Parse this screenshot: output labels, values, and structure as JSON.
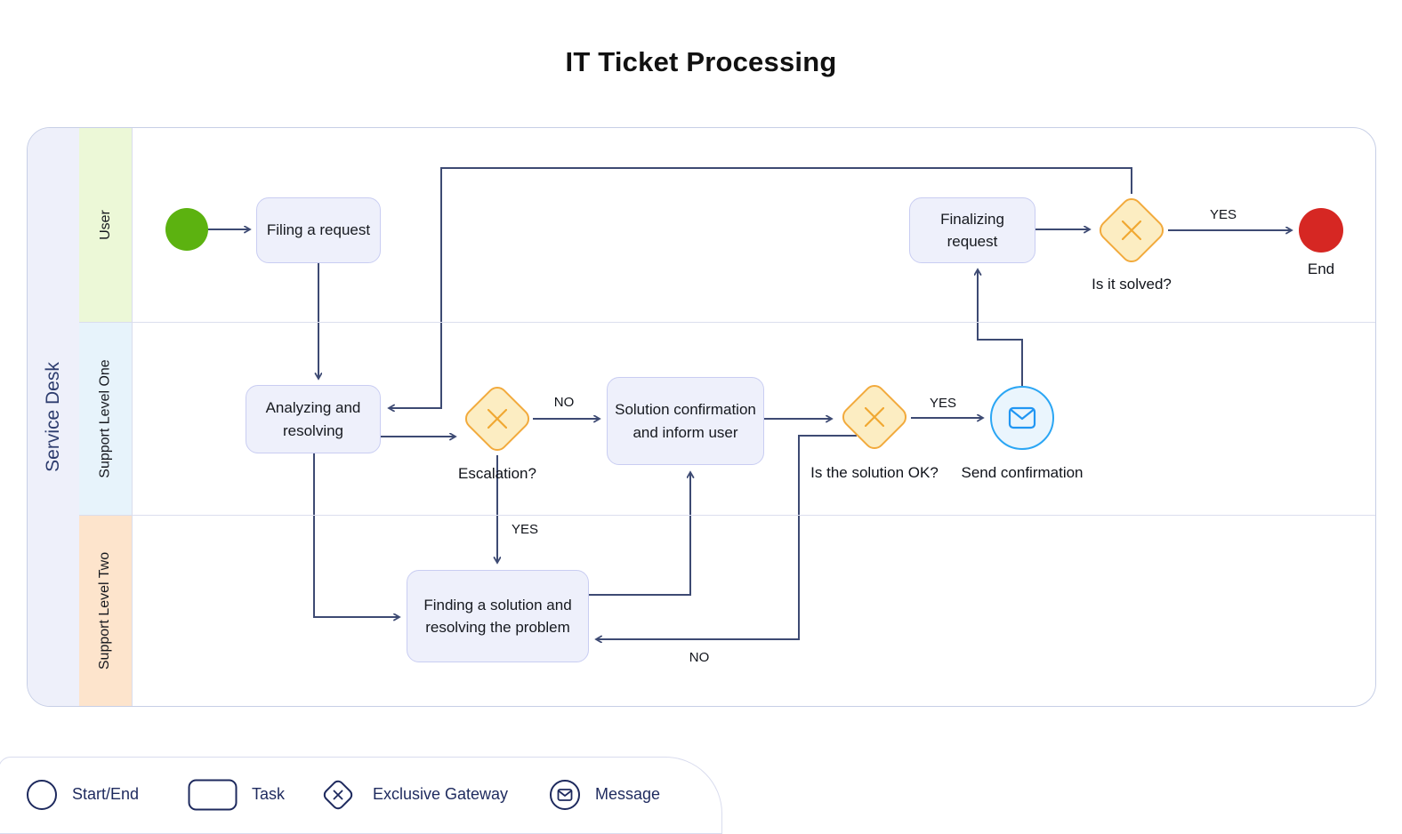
{
  "title": "IT Ticket Processing",
  "pool": {
    "label": "Service Desk"
  },
  "lanes": [
    {
      "label": "User",
      "color": "#ecf8d7"
    },
    {
      "label": "Support Level One",
      "color": "#e7f3fb"
    },
    {
      "label": "Support Level Two",
      "color": "#fde4cc"
    }
  ],
  "nodes": {
    "start": {
      "type": "start-event",
      "color": "#5cb210"
    },
    "filing": {
      "label": "Filing a request"
    },
    "analyzing": {
      "label": "Analyzing and resolving"
    },
    "escalation": {
      "label": "Escalation?"
    },
    "solution_confirmation": {
      "label": "Solution confirmation and inform user"
    },
    "is_solution_ok": {
      "label": "Is the solution OK?"
    },
    "send_confirmation": {
      "label": "Send confirmation"
    },
    "finding": {
      "label": "Finding a solution and resolving the problem"
    },
    "finalizing": {
      "label": "Finalizing request"
    },
    "is_it_solved": {
      "label": "Is it solved?"
    },
    "end": {
      "type": "end-event",
      "label": "End",
      "color": "#d62723"
    }
  },
  "edge_labels": {
    "escalation_no": "NO",
    "escalation_yes": "YES",
    "solution_ok_yes": "YES",
    "solution_ok_no": "NO",
    "solved_yes": "YES"
  },
  "legend": [
    {
      "icon": "circle",
      "label": "Start/End"
    },
    {
      "icon": "rect",
      "label": "Task"
    },
    {
      "icon": "gateway",
      "label": "Exclusive Gateway"
    },
    {
      "icon": "message",
      "label": "Message"
    }
  ],
  "colors": {
    "edge": "#3d4a73",
    "task_fill": "#eef0fb",
    "task_border": "#c9cdf2",
    "gateway_fill": "#fcedc2",
    "gateway_border": "#f2aa3c",
    "message_border": "#2ba6f4",
    "pool_header": "#eef0fa",
    "legend_navy": "#1e2a5e"
  }
}
